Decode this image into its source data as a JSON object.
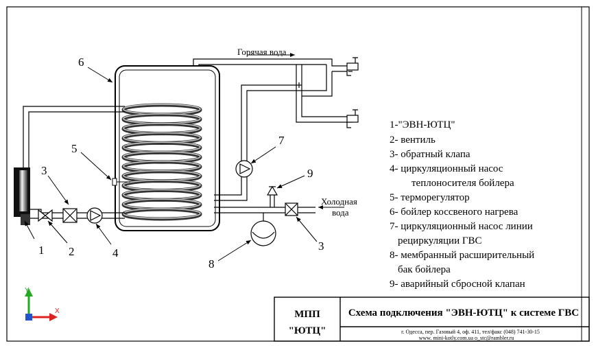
{
  "labels": {
    "hot_water": "Горячая вода",
    "cold_water_line1": "Холодная",
    "cold_water_line2": "вода"
  },
  "callouts": {
    "n1": "1",
    "n2": "2",
    "n3a": "3",
    "n3b": "3",
    "n4": "4",
    "n5": "5",
    "n6": "6",
    "n7": "7",
    "n8": "8",
    "n9": "9"
  },
  "legend": [
    "1-\"ЭВН-ЮТЦ\"",
    "2- вентиль",
    "3- обратный клапа",
    "4- циркуляционный насос",
    "теплоносителя бойлера",
    "5- терморегулятор",
    "6- бойлер коссвеного нагрева",
    "7- циркуляционный насос линии",
    "рециркуляции ГВС",
    "8- мембранный расширительный",
    "бак бойлера",
    "9- аварийный сбросной клапан"
  ],
  "title_block": {
    "company_line1": "МПП",
    "company_line2": "\"ЮТЦ\"",
    "title": "Схема подключения \"ЭВН-ЮТЦ\" к системе ГВС",
    "address": "г. Одесса, пер. Газовый 4, оф. 411, тел/факс (048) 741-30-15",
    "contacts": "www. mini-kotly.com.ua     o_stc@rambler.ru"
  },
  "axes": {
    "y": "Y",
    "x": "X"
  },
  "colors": {
    "axis_y": "#22aa22",
    "axis_x": "#dd2222",
    "axis_z": "#2255cc",
    "line": "#000000"
  }
}
